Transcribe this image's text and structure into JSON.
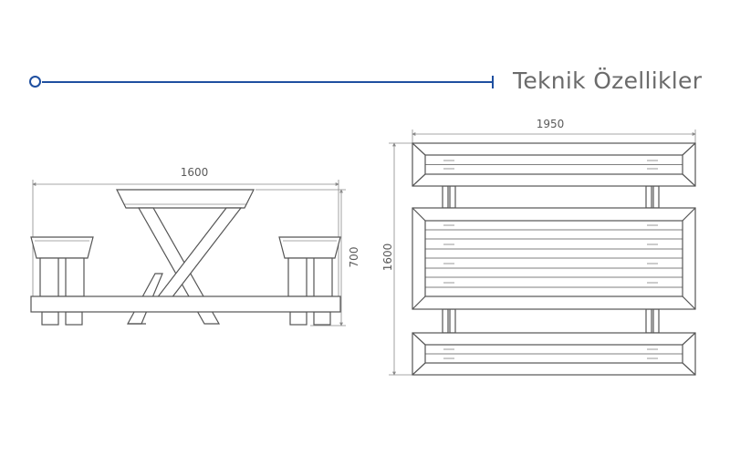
{
  "header": {
    "title": "Teknik Özellikler",
    "accent_color": "#1f4fa0"
  },
  "side_view": {
    "width_label": "1600",
    "height_label": "700"
  },
  "top_view": {
    "width_label": "1950",
    "height_label": "1600"
  },
  "colors": {
    "line": "#555555",
    "dimension": "#8a8a8a"
  }
}
